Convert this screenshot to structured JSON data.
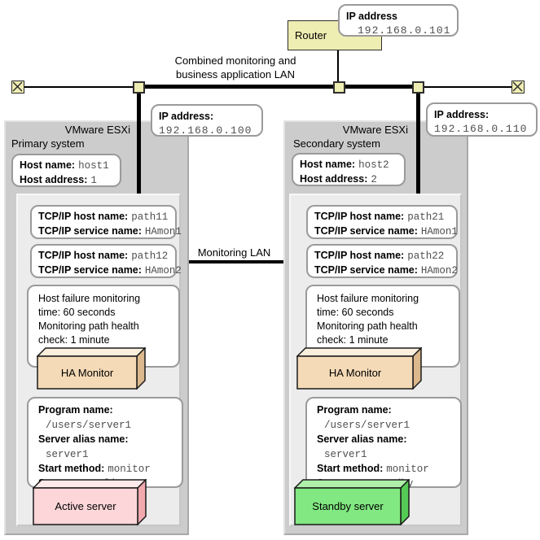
{
  "colors": {
    "node_yellow": "#eeedb2",
    "panel_gray": "#cccccc",
    "inner_gray": "#ececec",
    "callout_border": "#9a9a9a",
    "mono_text": "#4f4f4f",
    "ha_front": "#f4dab6",
    "ha_top": "#fbeedd",
    "ha_side": "#dcb88d",
    "active_front": "#fcd6d8",
    "active_top": "#fee9ea",
    "active_side": "#f2a9ae",
    "standby_front": "#82e882",
    "standby_top": "#aef0aa",
    "standby_side": "#55cb55"
  },
  "network": {
    "router_label": "Router",
    "router_ip": {
      "label": "IP address",
      "value": "192.168.0.101"
    },
    "lan_label": [
      "Combined monitoring and",
      "business application LAN"
    ],
    "monitoring_lan_label": "Monitoring LAN"
  },
  "systems": [
    {
      "platform": "VMware ESXi",
      "role": "Primary system",
      "ip": {
        "label": "IP address:",
        "value": "192.168.0.100"
      },
      "host": [
        {
          "label": "Host name:",
          "value": "host1"
        },
        {
          "label": "Host address:",
          "value": "1"
        }
      ],
      "tcp": [
        {
          "host_label": "TCP/IP host name:",
          "host_value": "path11",
          "service_label": "TCP/IP service name:",
          "service_value": "HAmon1"
        },
        {
          "host_label": "TCP/IP host name:",
          "host_value": "path12",
          "service_label": "TCP/IP service name:",
          "service_value": "HAmon2"
        }
      ],
      "monitoring": [
        "Host failure monitoring",
        "time: 60 seconds",
        "Monitoring path health",
        "check: 1 minute"
      ],
      "ha_label": "HA Monitor",
      "program": [
        {
          "label": "Program name:",
          "value": ""
        },
        {
          "label": "",
          "value": "/users/server1"
        },
        {
          "label": "Server alias name:",
          "value": ""
        },
        {
          "label": "",
          "value": "server1"
        },
        {
          "label": "Start method:",
          "value": "monitor"
        },
        {
          "label": "Start type:",
          "value": "online"
        }
      ],
      "server_label": "Active server"
    },
    {
      "platform": "VMware ESXi",
      "role": "Secondary system",
      "ip": {
        "label": "IP address:",
        "value": "192.168.0.110"
      },
      "host": [
        {
          "label": "Host name:",
          "value": "host2"
        },
        {
          "label": "Host address:",
          "value": "2"
        }
      ],
      "tcp": [
        {
          "host_label": "TCP/IP host name:",
          "host_value": "path21",
          "service_label": "TCP/IP service name:",
          "service_value": "HAmon1"
        },
        {
          "host_label": "TCP/IP host name:",
          "host_value": "path22",
          "service_label": "TCP/IP service name:",
          "service_value": "HAmon2"
        }
      ],
      "monitoring": [
        "Host failure monitoring",
        "time: 60 seconds",
        "Monitoring path health",
        "check: 1 minute"
      ],
      "ha_label": "HA Monitor",
      "program": [
        {
          "label": "Program name:",
          "value": ""
        },
        {
          "label": "",
          "value": "/users/server1"
        },
        {
          "label": "Server alias name:",
          "value": ""
        },
        {
          "label": "",
          "value": "server1"
        },
        {
          "label": "Start method:",
          "value": "monitor"
        },
        {
          "label": "Start type:",
          "value": "standby"
        }
      ],
      "server_label": "Standby server"
    }
  ]
}
